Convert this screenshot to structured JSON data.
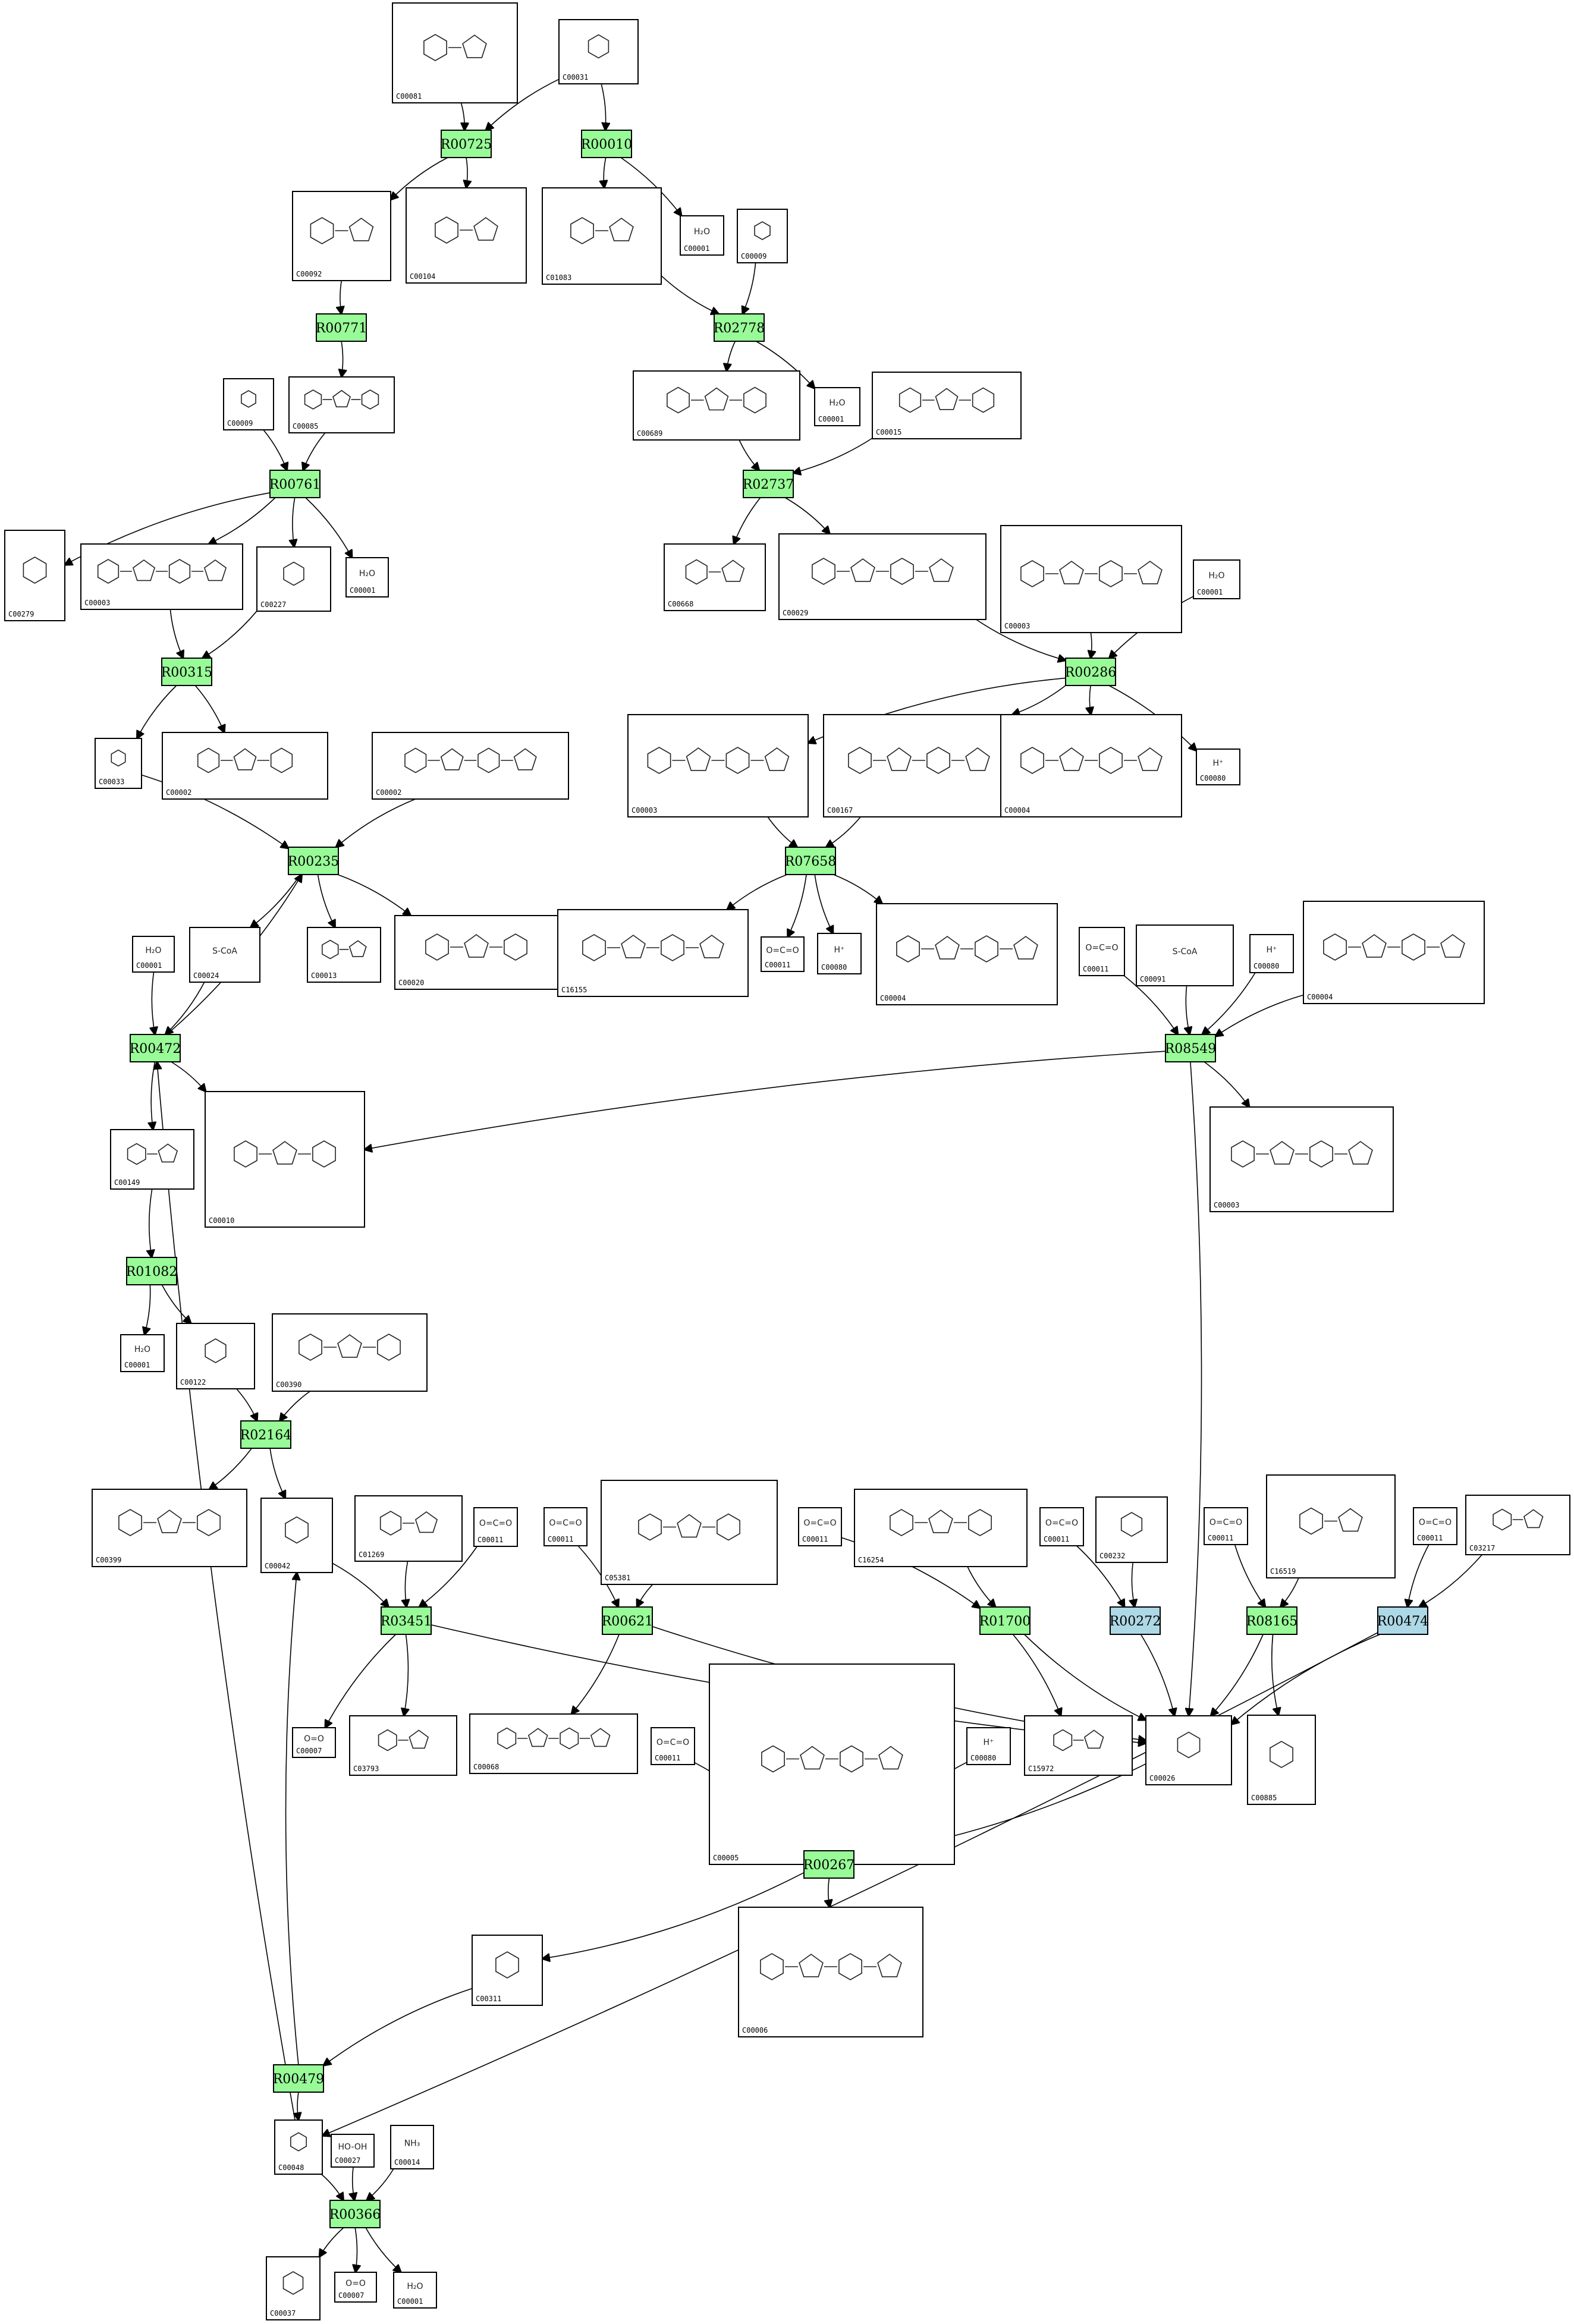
{
  "reactions": [
    {
      "id": "R00725",
      "color": "green"
    },
    {
      "id": "R00010",
      "color": "green"
    },
    {
      "id": "R00771",
      "color": "green"
    },
    {
      "id": "R02778",
      "color": "green"
    },
    {
      "id": "R00761",
      "color": "green"
    },
    {
      "id": "R02737",
      "color": "green"
    },
    {
      "id": "R00315",
      "color": "green"
    },
    {
      "id": "R00286",
      "color": "green"
    },
    {
      "id": "R00235",
      "color": "green"
    },
    {
      "id": "R07658",
      "color": "green"
    },
    {
      "id": "R00472",
      "color": "green"
    },
    {
      "id": "R08549",
      "color": "green"
    },
    {
      "id": "R01082",
      "color": "green"
    },
    {
      "id": "R02164",
      "color": "green"
    },
    {
      "id": "R03451",
      "color": "green"
    },
    {
      "id": "R00621",
      "color": "green"
    },
    {
      "id": "R01700",
      "color": "green"
    },
    {
      "id": "R00272",
      "color": "blue"
    },
    {
      "id": "R08165",
      "color": "green"
    },
    {
      "id": "R00474",
      "color": "blue"
    },
    {
      "id": "R00267",
      "color": "green"
    },
    {
      "id": "R00479",
      "color": "green"
    },
    {
      "id": "R00366",
      "color": "green"
    }
  ],
  "compounds": [
    {
      "label": "C00081",
      "formula": ""
    },
    {
      "label": "C00031",
      "formula": ""
    },
    {
      "label": "C00092",
      "formula": ""
    },
    {
      "label": "C00104",
      "formula": ""
    },
    {
      "label": "C01083",
      "formula": ""
    },
    {
      "label": "C00001",
      "formula": "H₂O"
    },
    {
      "label": "C00009",
      "formula": ""
    },
    {
      "label": "C00085",
      "formula": ""
    },
    {
      "label": "C00009",
      "formula": ""
    },
    {
      "label": "C00689",
      "formula": ""
    },
    {
      "label": "C00001",
      "formula": "H₂O"
    },
    {
      "label": "C00015",
      "formula": ""
    },
    {
      "label": "C00279",
      "formula": ""
    },
    {
      "label": "C00003",
      "formula": ""
    },
    {
      "label": "C00227",
      "formula": ""
    },
    {
      "label": "C00001",
      "formula": "H₂O"
    },
    {
      "label": "C00668",
      "formula": ""
    },
    {
      "label": "C00029",
      "formula": ""
    },
    {
      "label": "C00003",
      "formula": ""
    },
    {
      "label": "C00001",
      "formula": "H₂O"
    },
    {
      "label": "C00033",
      "formula": ""
    },
    {
      "label": "C00002",
      "formula": ""
    },
    {
      "label": "C00002",
      "formula": ""
    },
    {
      "label": "C00003",
      "formula": ""
    },
    {
      "label": "C00167",
      "formula": ""
    },
    {
      "label": "C00004",
      "formula": ""
    },
    {
      "label": "C00080",
      "formula": "H⁺"
    },
    {
      "label": "C00001",
      "formula": "H₂O"
    },
    {
      "label": "C00024",
      "formula": "S-CoA"
    },
    {
      "label": "C00013",
      "formula": ""
    },
    {
      "label": "C00020",
      "formula": ""
    },
    {
      "label": "C16155",
      "formula": ""
    },
    {
      "label": "C00011",
      "formula": "O=C=O"
    },
    {
      "label": "C00080",
      "formula": "H⁺"
    },
    {
      "label": "C00004",
      "formula": ""
    },
    {
      "label": "C00011",
      "formula": "O=C=O"
    },
    {
      "label": "C00091",
      "formula": "S-CoA"
    },
    {
      "label": "C00080",
      "formula": "H⁺"
    },
    {
      "label": "C00004",
      "formula": ""
    },
    {
      "label": "C00149",
      "formula": ""
    },
    {
      "label": "C00010",
      "formula": ""
    },
    {
      "label": "C00003",
      "formula": ""
    },
    {
      "label": "C00001",
      "formula": "H₂O"
    },
    {
      "label": "C00122",
      "formula": ""
    },
    {
      "label": "C00390",
      "formula": ""
    },
    {
      "label": "C00399",
      "formula": ""
    },
    {
      "label": "C00042",
      "formula": ""
    },
    {
      "label": "C01269",
      "formula": ""
    },
    {
      "label": "C00011",
      "formula": "O=C=O"
    },
    {
      "label": "C00011",
      "formula": "O=C=O"
    },
    {
      "label": "C05381",
      "formula": ""
    },
    {
      "label": "C00011",
      "formula": "O=C=O"
    },
    {
      "label": "C16254",
      "formula": ""
    },
    {
      "label": "C00011",
      "formula": "O=C=O"
    },
    {
      "label": "C00232",
      "formula": ""
    },
    {
      "label": "C00011",
      "formula": "O=C=O"
    },
    {
      "label": "C16519",
      "formula": ""
    },
    {
      "label": "C00011",
      "formula": "O=C=O"
    },
    {
      "label": "C03217",
      "formula": ""
    },
    {
      "label": "C00007",
      "formula": "O=O"
    },
    {
      "label": "C03793",
      "formula": ""
    },
    {
      "label": "C00068",
      "formula": ""
    },
    {
      "label": "C00005",
      "formula": ""
    },
    {
      "label": "C00011",
      "formula": "O=C=O"
    },
    {
      "label": "C00080",
      "formula": "H⁺"
    },
    {
      "label": "C15972",
      "formula": ""
    },
    {
      "label": "C00026",
      "formula": ""
    },
    {
      "label": "C00885",
      "formula": ""
    },
    {
      "label": "C00311",
      "formula": ""
    },
    {
      "label": "C00006",
      "formula": ""
    },
    {
      "label": "C00048",
      "formula": ""
    },
    {
      "label": "C00027",
      "formula": "HO-OH"
    },
    {
      "label": "C00014",
      "formula": "NH₃"
    },
    {
      "label": "C00037",
      "formula": ""
    },
    {
      "label": "C00007",
      "formula": "O=O"
    },
    {
      "label": "C00001",
      "formula": "H₂O"
    }
  ],
  "colors": {
    "reaction_green": "#98fb98",
    "reaction_blue": "#add8e6"
  }
}
